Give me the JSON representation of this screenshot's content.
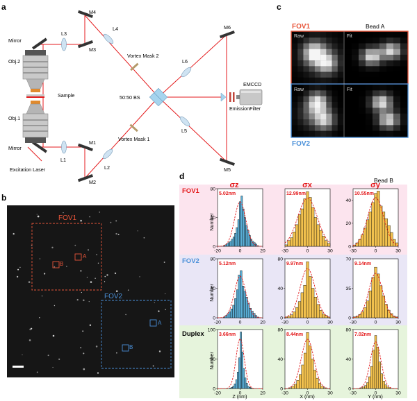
{
  "panel_a": {
    "label": "a",
    "components": {
      "mirror_top": "Mirror",
      "mirror_bottom": "Mirror",
      "obj2": "Obj.2",
      "obj1": "Obj.1",
      "sample": "Sample",
      "laser": "Excitation Laser",
      "l1": "L1",
      "l2": "L2",
      "l3": "L3",
      "l4": "L4",
      "l5": "L5",
      "l6": "L6",
      "m1": "M1",
      "m2": "M2",
      "m3": "M3",
      "m4": "M4",
      "m5": "M5",
      "m6": "M6",
      "vortex2": "Vortex Mask 2",
      "vortex1": "Vortex Mask 1",
      "bs": "50:50 BS",
      "emccd": "EMCCD",
      "filter": "EmissionFilter"
    },
    "colors": {
      "beam": "#e41a1c",
      "bs": "#a6d4ee",
      "mask": "#b49a6a"
    }
  },
  "panel_b": {
    "label": "b",
    "fov1": "FOV1",
    "fov2": "FOV2",
    "bead_a": "A",
    "bead_b": "B",
    "colors": {
      "fov1": "#e8553a",
      "fov2": "#4a90d9",
      "bg": "#161616"
    }
  },
  "panel_c": {
    "label": "c",
    "fov1": "FOV1",
    "fov2": "FOV2",
    "bead": "Bead A",
    "raw": "Raw",
    "fit": "Fit",
    "colors": {
      "fov1": "#e8553a",
      "fov2": "#4a90d9"
    }
  },
  "panel_d": {
    "label": "d",
    "bead": "Bead B",
    "sym_z": "σz",
    "sym_x": "σx",
    "sym_y": "σy",
    "ylabel": "Number",
    "xlabels": [
      "Z (nm)",
      "X (nm)",
      "Y (nm)"
    ],
    "rows": [
      {
        "name": "FOV1",
        "name_color": "#e41a1c",
        "bg": "#fce4ee"
      },
      {
        "name": "FOV2",
        "name_color": "#4a90d9",
        "bg": "#e9e6f6"
      },
      {
        "name": "Duplex",
        "name_color": "#000000",
        "bg": "#e6f4dc"
      }
    ],
    "colors": {
      "z_bar": "#5aaed6",
      "xy_bar": "#f2c14e",
      "fit": "#e41a1c"
    }
  },
  "chart_data": [
    {
      "type": "bar",
      "row": "FOV1",
      "column": "Z",
      "label": "5.02nm",
      "sigma": 5.02,
      "xlim": [
        -20,
        20
      ],
      "ylim": [
        0,
        80
      ],
      "xticks": [
        -20,
        0,
        20
      ],
      "yticks": [
        0,
        40,
        80
      ],
      "values": [
        0,
        1,
        2,
        4,
        5,
        7,
        10,
        13,
        18,
        26,
        37,
        62,
        70,
        52,
        40,
        29,
        22,
        15,
        10,
        7,
        5,
        3,
        1
      ]
    },
    {
      "type": "bar",
      "row": "FOV1",
      "column": "X",
      "label": "12.99nm",
      "sigma": 12.99,
      "xlim": [
        -30,
        30
      ],
      "ylim": [
        0,
        40
      ],
      "xticks": [
        -30,
        0,
        30
      ],
      "yticks": [],
      "values": [
        1,
        4,
        6,
        10,
        15,
        22,
        26,
        33,
        38,
        34,
        27,
        20,
        15,
        11,
        7,
        4,
        2
      ]
    },
    {
      "type": "bar",
      "row": "FOV1",
      "column": "Y",
      "label": "10.55nm",
      "sigma": 10.55,
      "xlim": [
        -30,
        30
      ],
      "ylim": [
        0,
        50
      ],
      "xticks": [
        -30,
        0,
        30
      ],
      "yticks": [
        0,
        20,
        40
      ],
      "values": [
        1,
        3,
        6,
        10,
        16,
        23,
        30,
        38,
        46,
        48,
        35,
        30,
        24,
        18,
        12,
        6,
        3
      ]
    },
    {
      "type": "bar",
      "row": "FOV2",
      "column": "Z",
      "label": "5.12nm",
      "sigma": 5.12,
      "xlim": [
        -20,
        20
      ],
      "ylim": [
        0,
        80
      ],
      "xticks": [
        -20,
        0,
        20
      ],
      "yticks": [
        0,
        40,
        80
      ],
      "values": [
        0,
        1,
        3,
        5,
        8,
        12,
        17,
        26,
        38,
        58,
        64,
        43,
        36,
        28,
        20,
        13,
        9,
        6,
        3,
        1
      ]
    },
    {
      "type": "bar",
      "row": "FOV2",
      "column": "X",
      "label": "9.97nm",
      "sigma": 9.97,
      "xlim": [
        -30,
        30
      ],
      "ylim": [
        0,
        80
      ],
      "xticks": [
        -30,
        0,
        30
      ],
      "yticks": [
        0,
        40,
        80
      ],
      "values": [
        1,
        2,
        4,
        8,
        14,
        22,
        34,
        44,
        76,
        56,
        40,
        28,
        18,
        10,
        5,
        3,
        1
      ]
    },
    {
      "type": "bar",
      "row": "FOV2",
      "column": "Y",
      "label": "9.14nm",
      "sigma": 9.14,
      "xlim": [
        -30,
        30
      ],
      "ylim": [
        0,
        70
      ],
      "xticks": [
        -30,
        0,
        30
      ],
      "yticks": [
        0,
        35,
        70
      ],
      "values": [
        1,
        2,
        4,
        7,
        12,
        20,
        32,
        48,
        60,
        52,
        38,
        26,
        16,
        9,
        5,
        2,
        1
      ]
    },
    {
      "type": "bar",
      "row": "Duplex",
      "column": "Z",
      "label": "3.66nm",
      "sigma": 3.66,
      "xlim": [
        -20,
        20
      ],
      "ylim": [
        0,
        100
      ],
      "xticks": [
        -20,
        0,
        20
      ],
      "yticks": [
        0,
        50,
        100
      ],
      "values": [
        0,
        0,
        1,
        2,
        4,
        8,
        15,
        28,
        52,
        96,
        62,
        34,
        18,
        9,
        4,
        2,
        1,
        0
      ]
    },
    {
      "type": "bar",
      "row": "Duplex",
      "column": "X",
      "label": "8.44nm",
      "sigma": 8.44,
      "xlim": [
        -30,
        30
      ],
      "ylim": [
        0,
        80
      ],
      "xticks": [
        -30,
        0,
        30
      ],
      "yticks": [
        0,
        40,
        80
      ],
      "values": [
        0,
        1,
        3,
        6,
        11,
        19,
        32,
        48,
        76,
        58,
        40,
        25,
        14,
        7,
        3,
        1,
        0
      ]
    },
    {
      "type": "bar",
      "row": "Duplex",
      "column": "Y",
      "label": "7.02nm",
      "sigma": 7.02,
      "xlim": [
        -30,
        30
      ],
      "ylim": [
        0,
        80
      ],
      "xticks": [
        -30,
        0,
        30
      ],
      "yticks": [
        0,
        40,
        80
      ],
      "values": [
        0,
        1,
        2,
        4,
        8,
        16,
        30,
        52,
        72,
        56,
        36,
        20,
        10,
        5,
        2,
        1,
        0
      ]
    }
  ]
}
